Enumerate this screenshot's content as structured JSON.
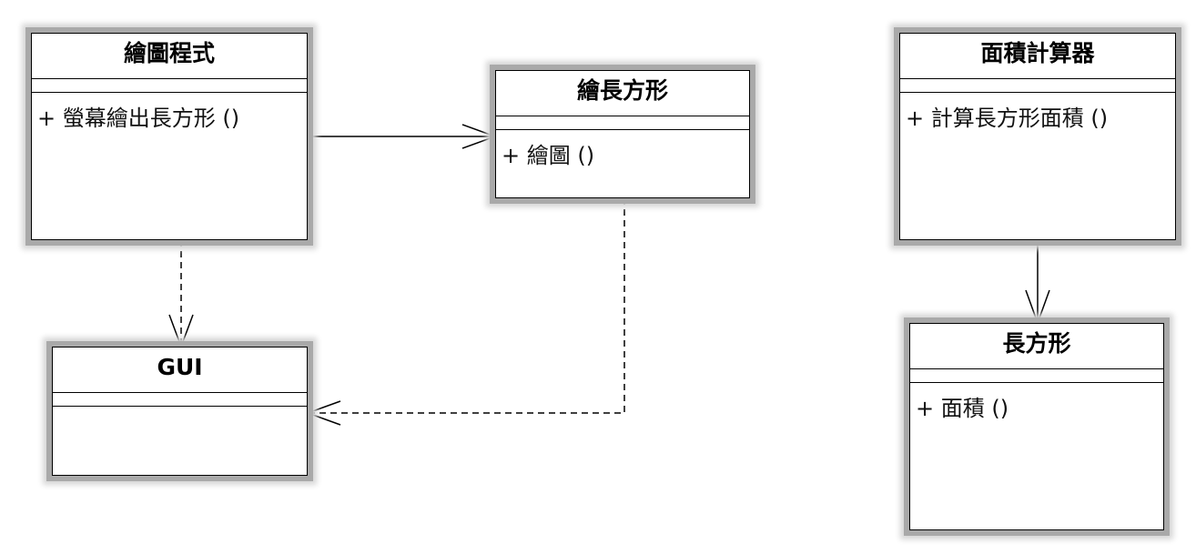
{
  "classes": [
    {
      "name": "繪圖程式",
      "operation": "+ 螢幕繪出長方形 ()"
    },
    {
      "name": "繪長方形",
      "operation": "+ 繪圖 ()"
    },
    {
      "name": "GUI",
      "operation": ""
    },
    {
      "name": "面積計算器",
      "operation": "+ 計算長方形面積 ()"
    },
    {
      "name": "長方形",
      "operation": "+ 面積 ()"
    }
  ],
  "relations": [
    {
      "from": "繪圖程式",
      "to": "繪長方形",
      "kind": "association"
    },
    {
      "from": "繪圖程式",
      "to": "GUI",
      "kind": "dependency"
    },
    {
      "from": "繪長方形",
      "to": "GUI",
      "kind": "dependency"
    },
    {
      "from": "面積計算器",
      "to": "長方形",
      "kind": "association"
    }
  ]
}
